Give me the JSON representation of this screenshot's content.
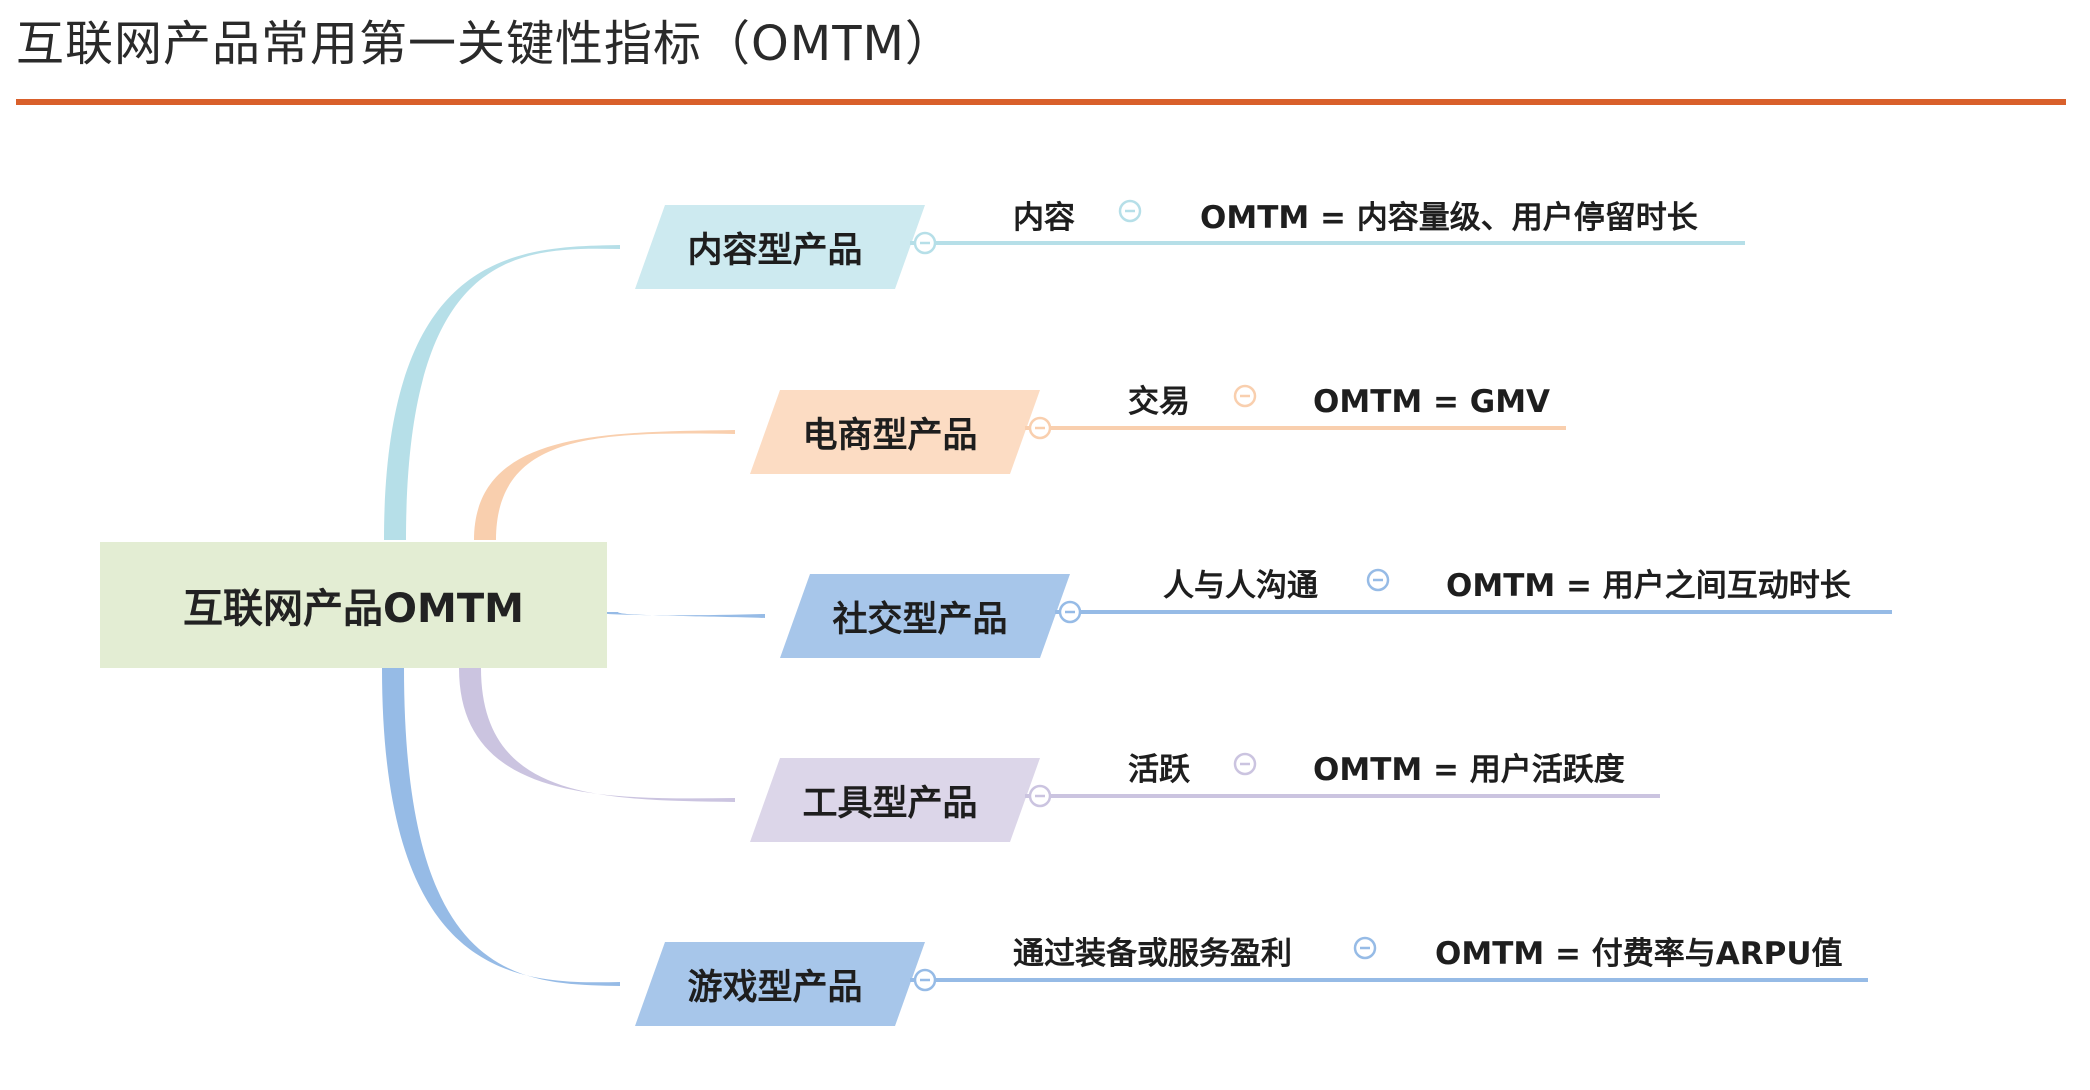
{
  "page": {
    "title": "互联网产品常用第一关键性指标（OMTM）",
    "rule_color": "#d9602b"
  },
  "mindmap": {
    "central": {
      "label": "互联网产品OMTM",
      "fill": "#e3edd3"
    },
    "branches": [
      {
        "label": "内容型产品",
        "fill": "#cdeaf0",
        "line": "#b6dfe8",
        "leaf": "内容",
        "omtm": "OMTM = 内容量级、用户停留时长"
      },
      {
        "label": "电商型产品",
        "fill": "#fcdcc3",
        "line": "#f9cfae",
        "leaf": "交易",
        "omtm": "OMTM = GMV"
      },
      {
        "label": "社交型产品",
        "fill": "#a7c6ea",
        "line": "#96bbe6",
        "leaf": "人与人沟通",
        "omtm": "OMTM = 用户之间互动时长"
      },
      {
        "label": "工具型产品",
        "fill": "#dcd6e9",
        "line": "#cbc4e0",
        "leaf": "活跃",
        "omtm": "OMTM = 用户活跃度"
      },
      {
        "label": "游戏型产品",
        "fill": "#a7c6ea",
        "line": "#96bbe6",
        "leaf": "通过装备或服务盈利",
        "omtm": "OMTM = 付费率与ARPU值"
      }
    ]
  }
}
